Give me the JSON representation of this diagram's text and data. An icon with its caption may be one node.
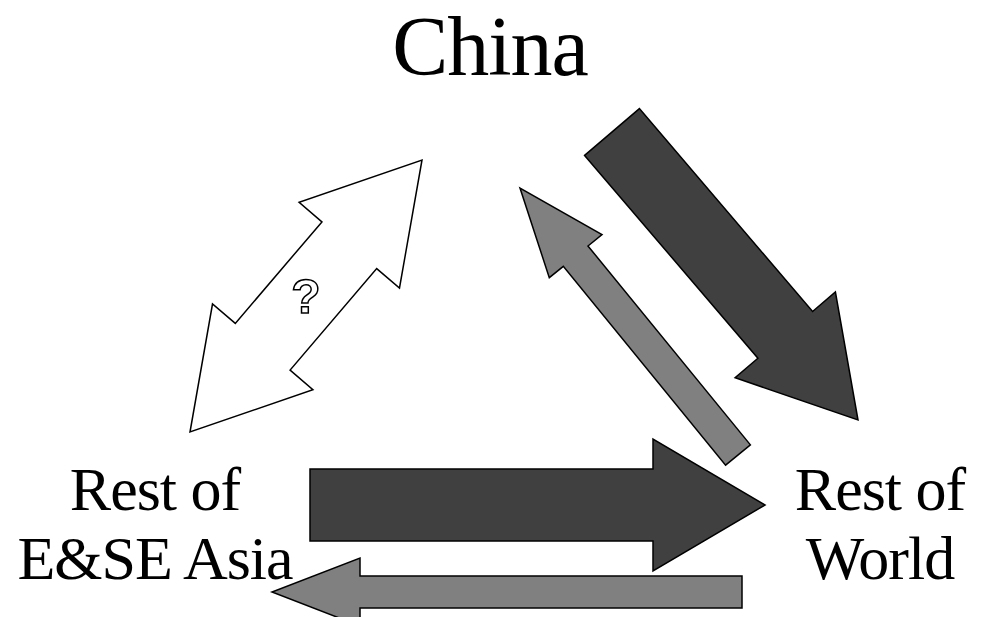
{
  "diagram": {
    "nodes": [
      {
        "text": [
          "China"
        ]
      },
      {
        "text": [
          "Rest of E&SE Asia"
        ]
      },
      {
        "text": [
          "Rest of World"
        ]
      }
    ],
    "edges": [
      {
        "from": 0,
        "to": 1,
        "arrow": "both",
        "label": "?",
        "style": "thick",
        "color": "#ffffff"
      },
      {
        "from": 0,
        "to": 2,
        "arrow": "to",
        "style": "thick",
        "color": "#404040"
      },
      {
        "from": 2,
        "to": 0,
        "arrow": "to",
        "color": "#808080"
      },
      {
        "from": 1,
        "to": 2,
        "arrow": "to",
        "style": "thick",
        "color": "#404040"
      },
      {
        "from": 2,
        "to": 1,
        "arrow": "to",
        "color": "#808080"
      }
    ]
  }
}
